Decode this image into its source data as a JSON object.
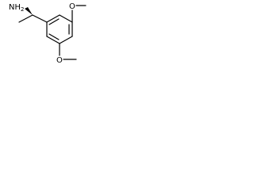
{
  "molecule": {
    "labels": {
      "amine": "NH",
      "amine_subscript": "2",
      "methoxy_top": "O",
      "methoxy_bottom": "O"
    },
    "colors": {
      "background": "#ffffff",
      "bond": "#000000",
      "text": "#000000"
    }
  }
}
